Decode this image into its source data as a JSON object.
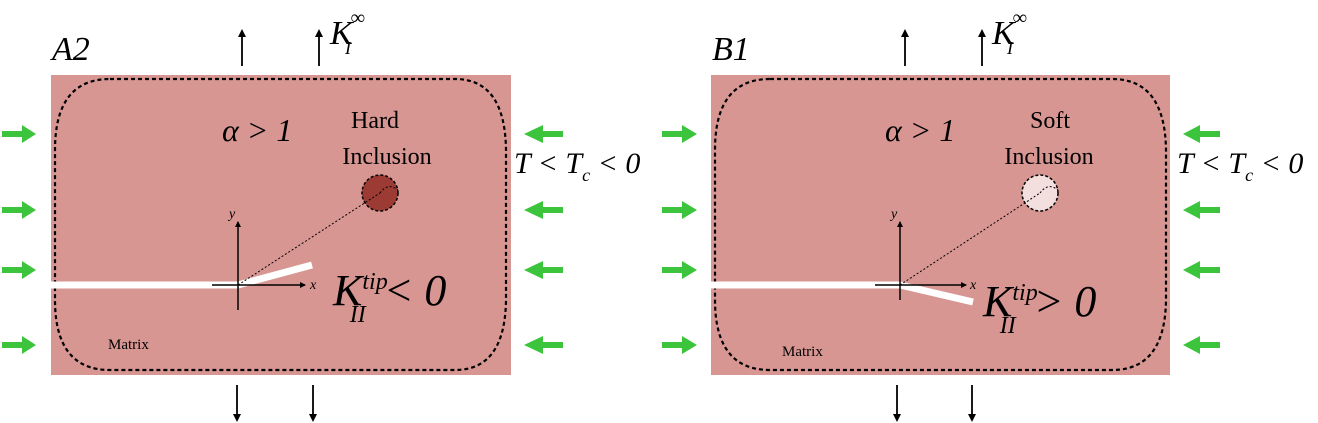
{
  "panels": [
    {
      "label": "A2",
      "far_field_label": "K",
      "far_field_sup": "∞",
      "far_field_sub": "I",
      "alpha_label": "α > 1",
      "inclusion_line1": "Hard",
      "inclusion_line2": "Inclusion",
      "t_stress_label": "T < T",
      "t_stress_sub": "c",
      "t_stress_tail": " < 0",
      "axis_x": "x",
      "axis_y": "y",
      "sif_main": "K",
      "sif_sup": "tip",
      "sif_sub": "II",
      "sif_relation": "< 0",
      "matrix_label": "Matrix",
      "inclusion_color": "#9c3b33",
      "kink_direction": "up"
    },
    {
      "label": "B1",
      "far_field_label": "K",
      "far_field_sup": "∞",
      "far_field_sub": "I",
      "alpha_label": "α > 1",
      "inclusion_line1": "Soft",
      "inclusion_line2": "Inclusion",
      "t_stress_label": "T < T",
      "t_stress_sub": "c",
      "t_stress_tail": " < 0",
      "axis_x": "x",
      "axis_y": "y",
      "sif_main": "K",
      "sif_sup": "tip",
      "sif_sub": "II",
      "sif_relation": "> 0",
      "matrix_label": "Matrix",
      "inclusion_color": "#f3e0de",
      "kink_direction": "down"
    }
  ],
  "colors": {
    "matrix": "#d89692",
    "arrow_green": "#3cc43c",
    "crack": "#ffffff",
    "ink": "#000000"
  }
}
